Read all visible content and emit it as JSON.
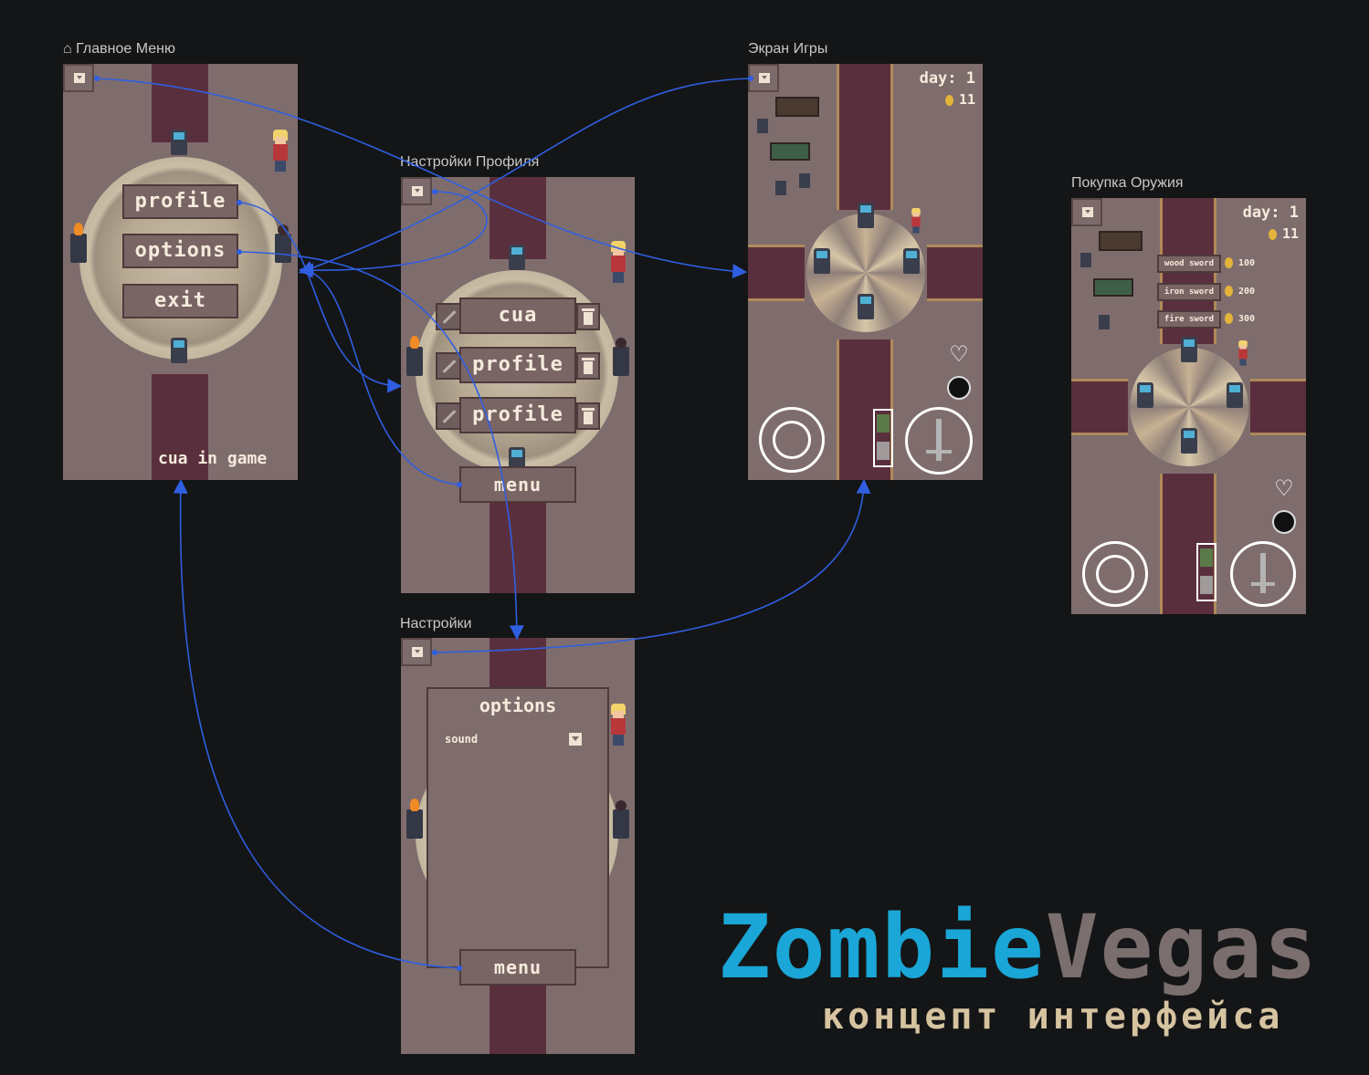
{
  "frames": {
    "main_menu": {
      "title": "Главное Меню",
      "buttons": [
        "profile",
        "options",
        "exit"
      ],
      "footer": "cua in game"
    },
    "profile_settings": {
      "title": "Настройки Профиля",
      "profiles": [
        "cua",
        "profile",
        "profile"
      ],
      "menu_label": "menu"
    },
    "settings": {
      "title": "Настройки",
      "panel_title": "options",
      "sound_label": "sound",
      "menu_label": "menu"
    },
    "game_screen": {
      "title": "Экран Игры",
      "day_label": "day: 1",
      "coins": "11"
    },
    "weapon_shop": {
      "title": "Покупка Оружия",
      "day_label": "day: 1",
      "coins": "11",
      "items": [
        {
          "name": "wood sword",
          "price": "100"
        },
        {
          "name": "iron sword",
          "price": "200"
        },
        {
          "name": "fire sword",
          "price": "300"
        }
      ]
    }
  },
  "logo": {
    "word1": "Zombie",
    "word2": "Vegas",
    "subtitle": "концепт интерфейса"
  },
  "colors": {
    "background": "#141516",
    "link": "#2f5fe0",
    "rug": "#5a2f3d",
    "logo_dark": "#5a2f3d",
    "logo_blue": "#1aa6d6",
    "logo_grey": "#7a6e6e",
    "logo_tan": "#d6c3a0"
  },
  "icons": {
    "home": "home-icon",
    "back": "back-icon",
    "trash": "trash-icon",
    "pencil": "pencil-icon",
    "coin": "coin-icon",
    "heart": "heart-icon",
    "bomb": "bomb-icon",
    "sword": "sword-icon",
    "joystick": "joystick-icon"
  }
}
